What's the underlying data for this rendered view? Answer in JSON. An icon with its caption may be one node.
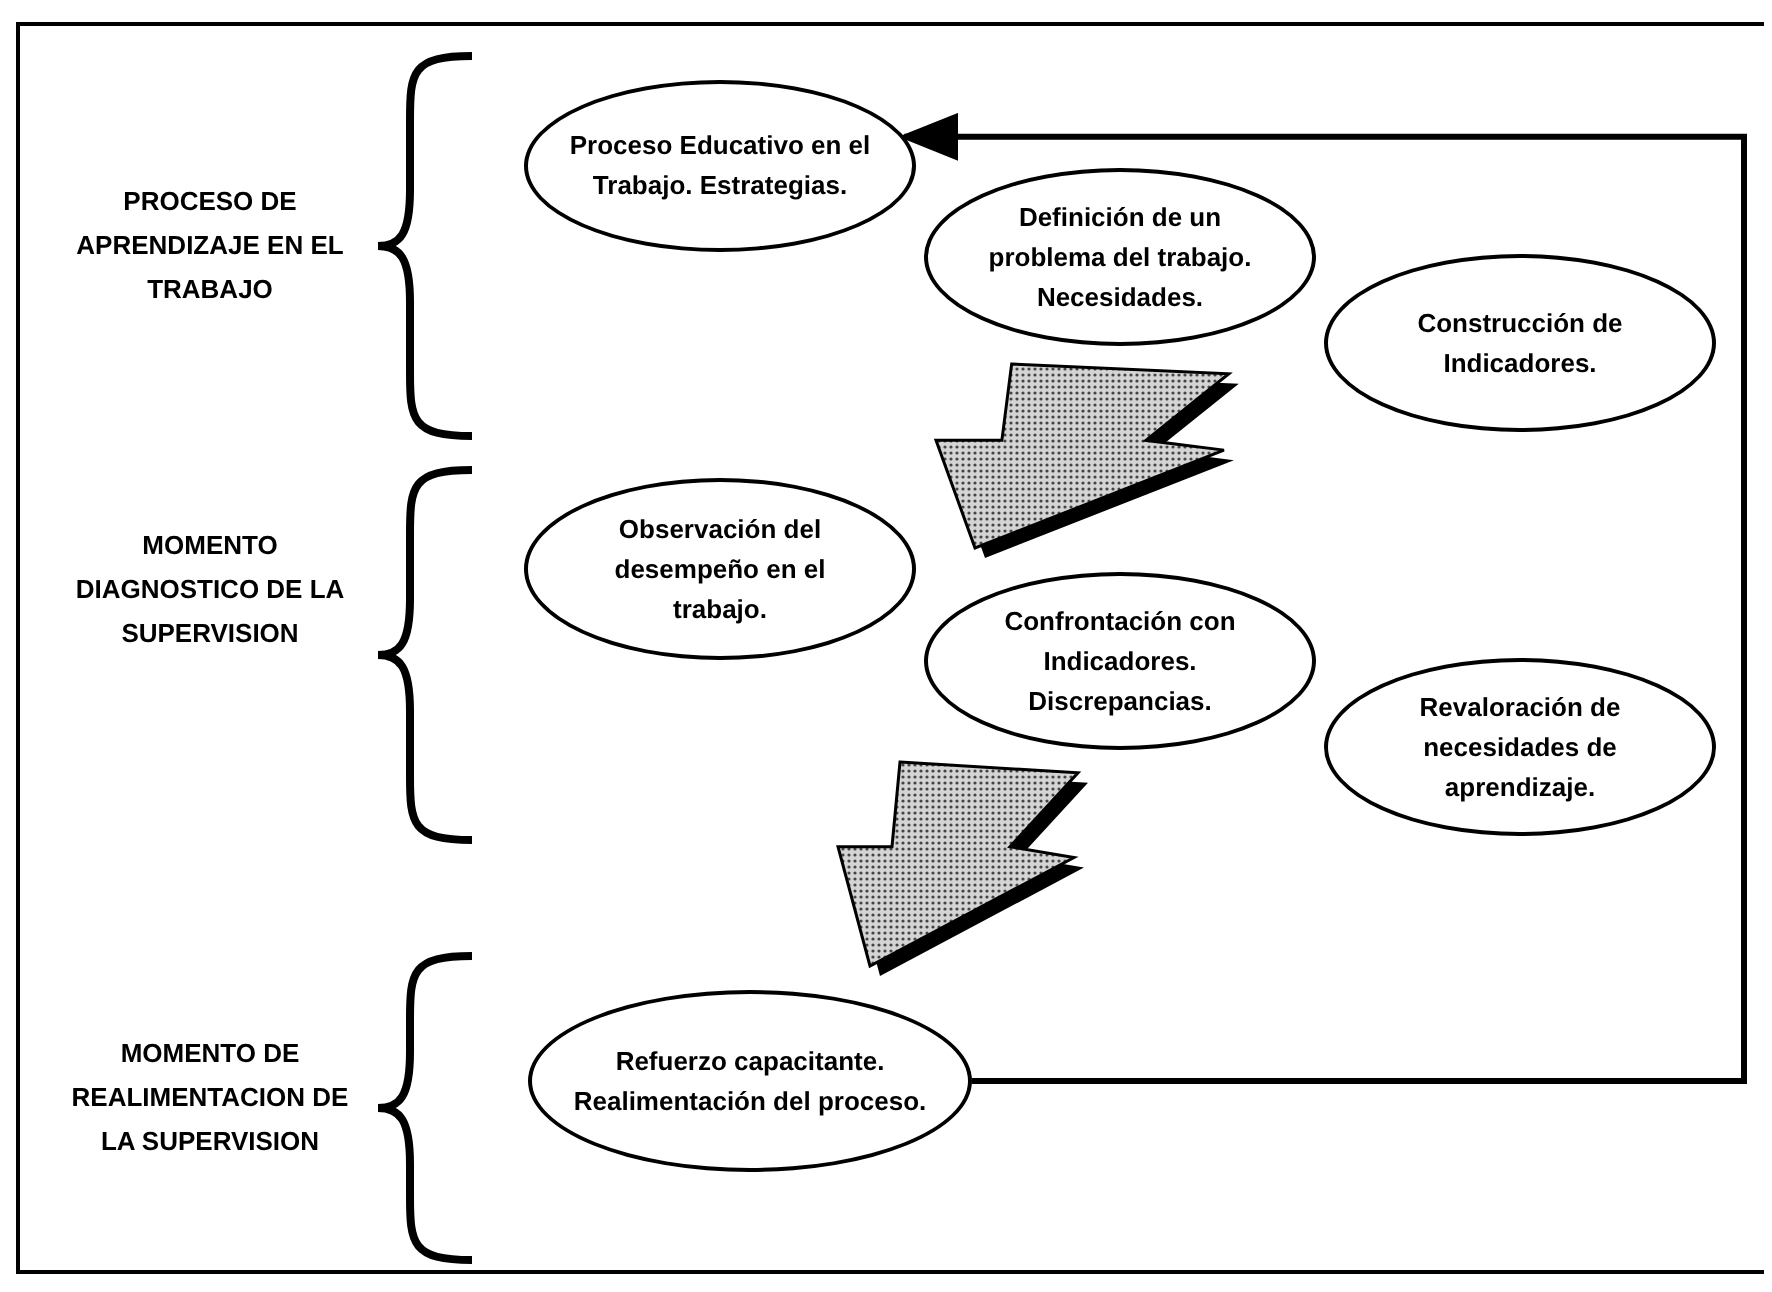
{
  "diagram": {
    "nodes": [
      {
        "text": [
          "Proceso Educativo en el Trabajo. Estrategias."
        ]
      },
      {
        "text": [
          "Definición de un problema del trabajo. Necesidades."
        ]
      },
      {
        "text": [
          "Construcción de Indicadores."
        ]
      },
      {
        "text": [
          "Observación del desempeño en el trabajo."
        ]
      },
      {
        "text": [
          "Confrontación con Indicadores. Discrepancias."
        ]
      },
      {
        "text": [
          "Revaloración de necesidades de aprendizaje."
        ]
      },
      {
        "text": [
          "Refuerzo capacitante. Realimentación del proceso."
        ]
      }
    ],
    "edges": [
      {
        "from": 6,
        "to": 0,
        "arrow": "to"
      },
      {
        "from": 2,
        "to": 4,
        "arrow": "to",
        "style": "thick"
      },
      {
        "from": 4,
        "to": 6,
        "arrow": "to",
        "style": "thick"
      }
    ],
    "labels": [
      "PROCESO DE APRENDIZAJE EN EL TRABAJO",
      "MOMENTO DIAGNOSTICO DE LA SUPERVISION",
      "MOMENTO DE REALIMENTACION DE LA SUPERVISION"
    ]
  }
}
